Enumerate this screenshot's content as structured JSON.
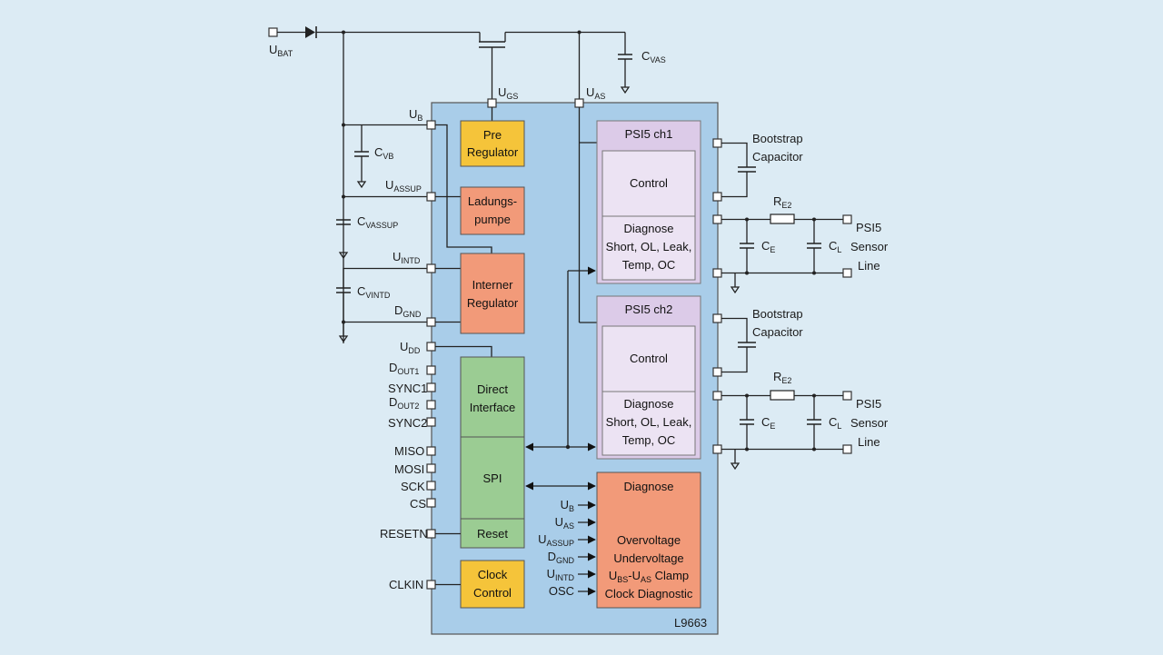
{
  "chip": {
    "name": "L9663"
  },
  "supply": {
    "ubat": "U",
    "ubat_sub": "BAT",
    "cvas": "C",
    "cvas_sub": "VAS",
    "ugs": "U",
    "ugs_sub": "GS",
    "uas": "U",
    "uas_sub": "AS"
  },
  "left_pins": {
    "ub": "U",
    "ub_sub": "B",
    "cvb": "C",
    "cvb_sub": "VB",
    "uassup": "U",
    "uassup_sub": "ASSUP",
    "cvassup": "C",
    "cvassup_sub": "VASSUP",
    "uintd": "U",
    "uintd_sub": "INTD",
    "cvintd": "C",
    "cvintd_sub": "VINTD",
    "dgnd": "D",
    "dgnd_sub": "GND",
    "udd": "U",
    "udd_sub": "DD",
    "dout1": "D",
    "dout1_sub": "OUT1",
    "sync1": "SYNC1",
    "dout2": "D",
    "dout2_sub": "OUT2",
    "sync2": "SYNC2",
    "miso": "MISO",
    "mosi": "MOSI",
    "sck": "SCK",
    "cs": "CS",
    "resetn": "RESETN",
    "clkin": "CLKIN"
  },
  "blocks": {
    "pre_regulator": [
      "Pre",
      "Regulator"
    ],
    "ladungspumpe": [
      "Ladungs-",
      "pumpe"
    ],
    "interner_regulator": [
      "Interner",
      "Regulator"
    ],
    "direct_interface": [
      "Direct",
      "Interface"
    ],
    "spi": "SPI",
    "reset": "Reset",
    "clock_control": [
      "Clock",
      "Control"
    ]
  },
  "psi5_channels": [
    {
      "title": "PSI5 ch1",
      "control": "Control",
      "diag": [
        "Diagnose",
        "Short, OL, Leak,",
        "Temp, OC"
      ],
      "bootstrap": [
        "Bootstrap",
        "Capacitor"
      ],
      "re": "R",
      "re_sub": "E2",
      "ce": "C",
      "ce_sub": "E",
      "cl": "C",
      "cl_sub": "L",
      "line": [
        "PSI5",
        "Sensor",
        "Line"
      ]
    },
    {
      "title": "PSI5 ch2",
      "control": "Control",
      "diag": [
        "Diagnose",
        "Short, OL, Leak,",
        "Temp, OC"
      ],
      "bootstrap": [
        "Bootstrap",
        "Capacitor"
      ],
      "re": "R",
      "re_sub": "E2",
      "ce": "C",
      "ce_sub": "E",
      "cl": "C",
      "cl_sub": "L",
      "line": [
        "PSI5",
        "Sensor",
        "Line"
      ]
    }
  ],
  "diagnose": {
    "title": "Diagnose",
    "lines": [
      "Overvoltage",
      "Undervoltage",
      "U",
      "Clock Diagnostic"
    ],
    "clamp_a_sub": "BS",
    "clamp_mid": "-U",
    "clamp_b_sub": "AS",
    "clamp_tail": " Clamp",
    "inputs": [
      {
        "main": "U",
        "sub": "B"
      },
      {
        "main": "U",
        "sub": "AS"
      },
      {
        "main": "U",
        "sub": "ASSUP"
      },
      {
        "main": "D",
        "sub": "GND"
      },
      {
        "main": "U",
        "sub": "INTD"
      },
      {
        "main": "OSC",
        "sub": ""
      }
    ]
  },
  "colors": {
    "chip": "#a9cde9",
    "yellow": "#f5c43a",
    "orange": "#f29a79",
    "green": "#9bcc93",
    "purple_outer": "#dccbe8",
    "purple_inner": "#ece3f3"
  }
}
